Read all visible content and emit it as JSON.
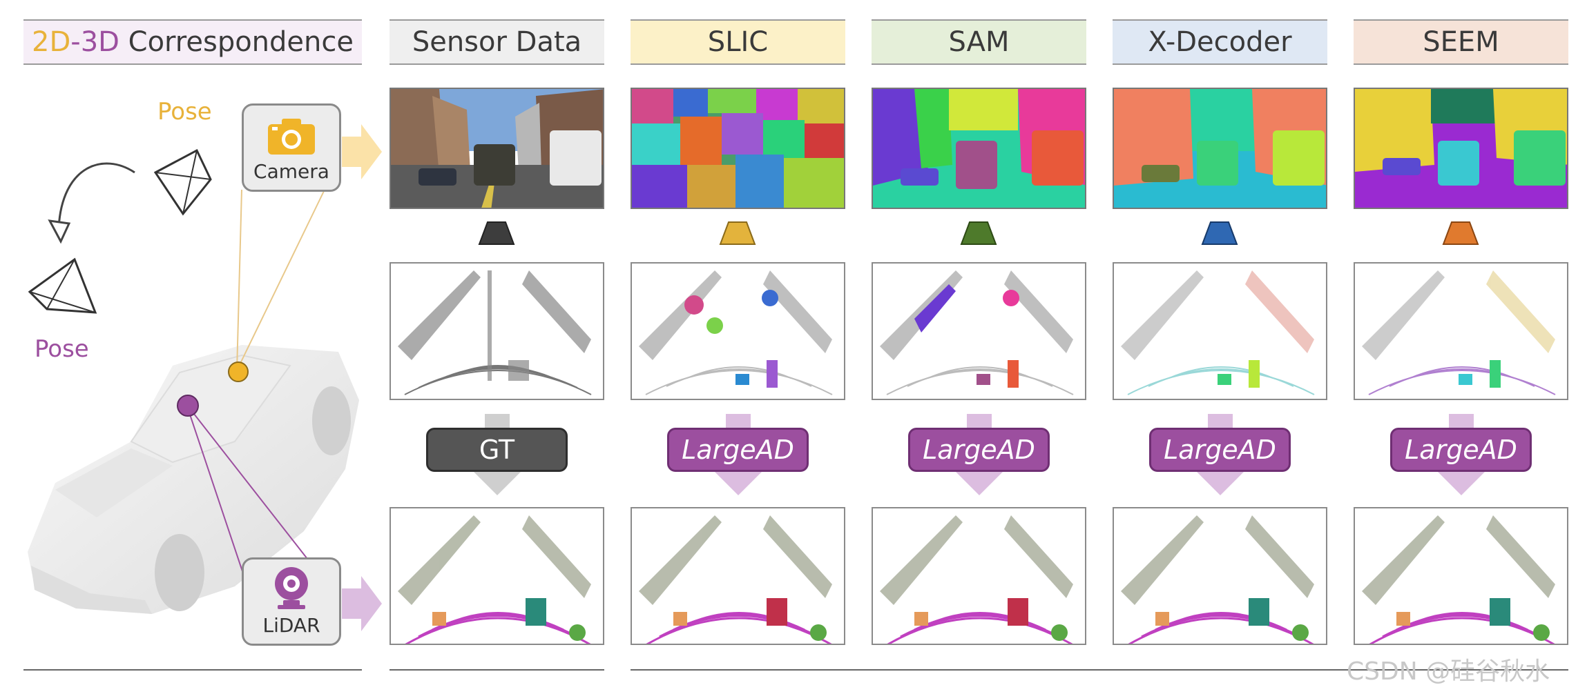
{
  "headers": {
    "left_2d": "2D",
    "left_dash": "-",
    "left_3d": "3D",
    "left_rest": " Correspondence",
    "sensor": "Sensor Data",
    "slic": "SLIC",
    "sam": "SAM",
    "xdecoder": "X-Decoder",
    "seem": "SEEM"
  },
  "left": {
    "pose_top": "Pose",
    "pose_bottom": "Pose",
    "camera": "Camera",
    "lidar": "LiDAR"
  },
  "pills": {
    "gt": "GT",
    "largead_1": "LargeAD",
    "largead_2": "LargeAD",
    "largead_3": "LargeAD",
    "largead_4": "LargeAD"
  },
  "watermark": "CSDN @硅谷秋水",
  "colors": {
    "orange": "#e8b23a",
    "purple": "#9c4f9f",
    "sensor_hdr": "#efefef",
    "slic_hdr": "#fcf1c8",
    "sam_hdr": "#e5efd9",
    "xdec_hdr": "#dfe8f4",
    "seem_hdr": "#f6e3d8",
    "trap_sensor": "#3d3d3d",
    "trap_slic": "#e3b33c",
    "trap_sam": "#4e7a2b",
    "trap_xdec": "#2f68b3",
    "trap_seem": "#e07a2e"
  }
}
